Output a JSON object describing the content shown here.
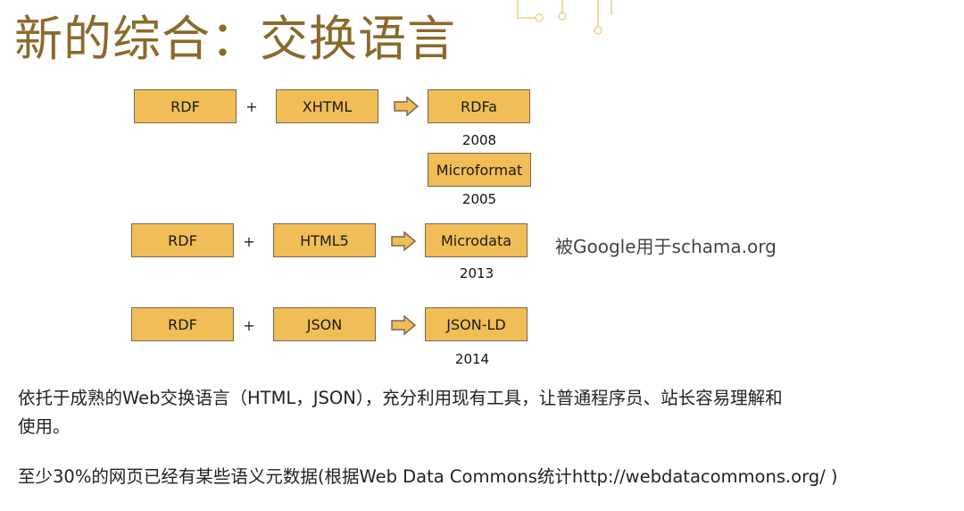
{
  "title": "新的综合：交换语言",
  "rows": [
    {
      "left": "RDF",
      "plus": "+",
      "middle": "XHTML",
      "result": "RDFa",
      "year": "2008"
    },
    {
      "extra": "Microformat",
      "year": "2005"
    },
    {
      "left": "RDF",
      "plus": "+",
      "middle": "HTML5",
      "result": "Microdata",
      "year": "2013",
      "note": "被Google用于schama.org"
    },
    {
      "left": "RDF",
      "plus": "+",
      "middle": "JSON",
      "result": "JSON-LD",
      "year": "2014"
    }
  ],
  "paragraphs": [
    "依托于成熟的Web交换语言（HTML，JSON），充分利用现有工具，让普通程序员、站长容易理解和",
    "使用。",
    "至少30%的网页已经有某些语义元数据(根据Web Data Commons统计http://webdatacommons.org/ )"
  ],
  "colors": {
    "box_fill": "#f0bd56",
    "box_border": "#7a6650",
    "title": "#8a6a2c"
  }
}
